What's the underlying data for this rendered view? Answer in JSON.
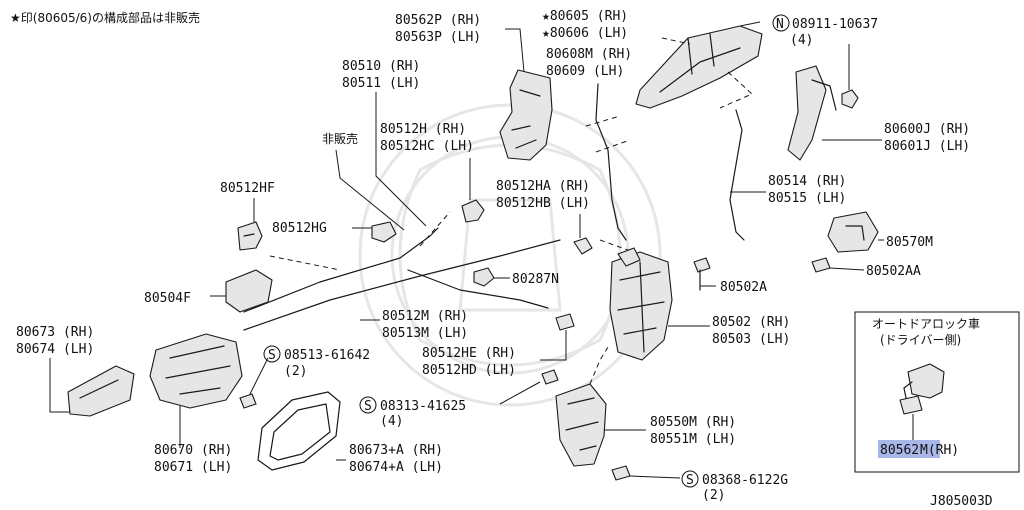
{
  "header_note": "★印(80605/6)の構成部品は非販売",
  "not_sold": "非販売",
  "diagram_code": "J805003D",
  "inset": {
    "title": "オートドアロック車",
    "subtitle": "(ドライバー側)",
    "part_highlight": "80562",
    "part_rest": "M(RH)"
  },
  "labels": {
    "p80562P": "80562P (RH)",
    "p80563P": "80563P (LH)",
    "p80605": "★80605 (RH)",
    "p80606": "★80606 (LH)",
    "p08911": "08911-10637",
    "p08911q": "(4)",
    "p80608M": "80608M (RH)",
    "p80609": "80609 (LH)",
    "p80510": "80510 (RH)",
    "p80511": "80511 (LH)",
    "p80512H": "80512H  (RH)",
    "p80512HC": "80512HC (LH)",
    "p80600J": "80600J (RH)",
    "p80601J": "80601J (LH)",
    "p80512HF": "80512HF",
    "p80512HA": "80512HA (RH)",
    "p80512HB": "80512HB (LH)",
    "p80514": "80514 (RH)",
    "p80515": "80515 (LH)",
    "p80512HG": "80512HG",
    "p80570M": "80570M",
    "p80502AA": "80502AA",
    "p80287N": "80287N",
    "p80502A": "80502A",
    "p80504F": "80504F",
    "p80512M": "80512M (RH)",
    "p80513M": "80513M (LH)",
    "p80502": "80502 (RH)",
    "p80503": "80503 (LH)",
    "p80673": "80673 (RH)",
    "p80674": "80674 (LH)",
    "p08513": "08513-61642",
    "p08513q": "(2)",
    "p80512HE": "80512HE (RH)",
    "p80512HD": "80512HD (LH)",
    "p08313": "08313-41625",
    "p08313q": "(4)",
    "p80550M": "80550M (RH)",
    "p80551M": "80551M (LH)",
    "p80670": "80670 (RH)",
    "p80671": "80671 (LH)",
    "p80673A": "80673+A (RH)",
    "p80674A": "80674+A (LH)",
    "p08368": "08368-6122G",
    "p08368q": "(2)"
  },
  "marks": {
    "n_mark": "N",
    "s_mark": "S"
  },
  "colors": {
    "highlight": "#a9b7e8",
    "ink": "#111111"
  }
}
